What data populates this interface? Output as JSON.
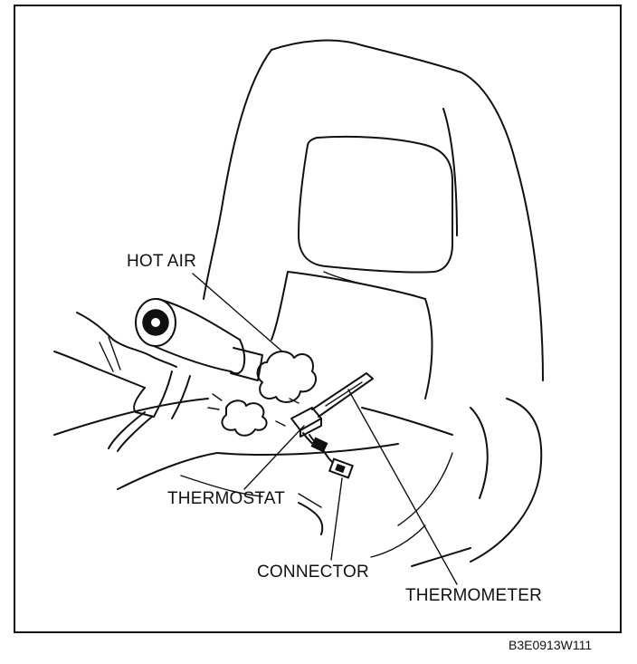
{
  "labels": {
    "hot_air": "HOT AIR",
    "thermostat": "THERMOSTAT",
    "connector": "CONNECTOR",
    "thermometer": "THERMOMETER"
  },
  "figure_code": "B3E0913W111"
}
